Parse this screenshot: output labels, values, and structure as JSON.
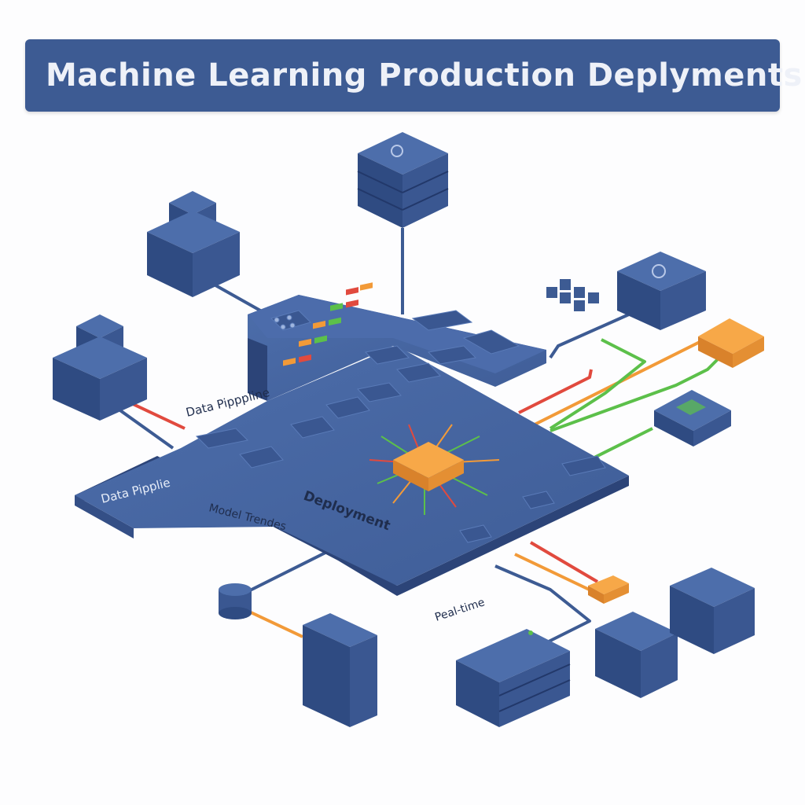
{
  "title": "Machine Learning Production Deplyments",
  "labels": {
    "data_pipeline_upper": "Data Pipppline",
    "data_pipeline_lower": "Data Pipplie",
    "deployment": "Deployment",
    "model_training": "Model Trendes",
    "realtime": "Peal-time"
  },
  "colors": {
    "navy": "#3d5b93",
    "navy_top": "#4a6aa6",
    "navy_dark": "#2c4478",
    "orange": "#f29a38",
    "red": "#e14a3e",
    "green": "#5cc04a",
    "text": "#1f2d4d"
  },
  "icons": [
    "server-icon",
    "database-icon",
    "gpu-chip-icon",
    "monitor-icon",
    "network-icon"
  ]
}
